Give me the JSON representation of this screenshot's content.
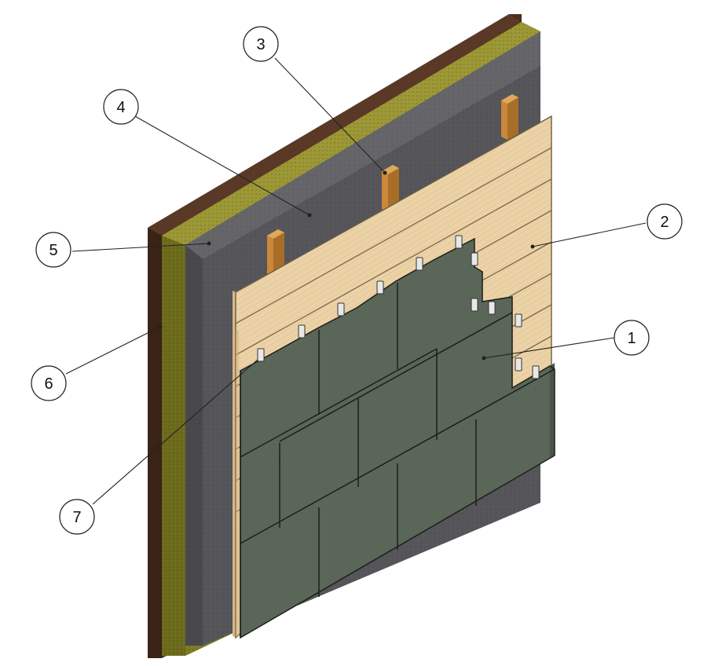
{
  "diagram": {
    "callouts": [
      {
        "id": "callout-1",
        "label": "1",
        "target": "slate-tile-cladding"
      },
      {
        "id": "callout-2",
        "label": "2",
        "target": "timber-board-sheathing"
      },
      {
        "id": "callout-3",
        "label": "3",
        "target": "timber-battens"
      },
      {
        "id": "callout-4",
        "label": "4",
        "target": "breather-membrane"
      },
      {
        "id": "callout-5",
        "label": "5",
        "target": "insulation-layer"
      },
      {
        "id": "callout-6",
        "label": "6",
        "target": "backing-wall"
      },
      {
        "id": "callout-7",
        "label": "7",
        "target": "tile-hooks"
      }
    ]
  },
  "colors": {
    "backing_wall": "#4a2e1e",
    "insulation": "#7d7a24",
    "membrane": "#55555a",
    "batten": "#c9883a",
    "boards": "#ecd3a8",
    "tiles": "#5a6658",
    "hooks": "#e8e8e8"
  }
}
